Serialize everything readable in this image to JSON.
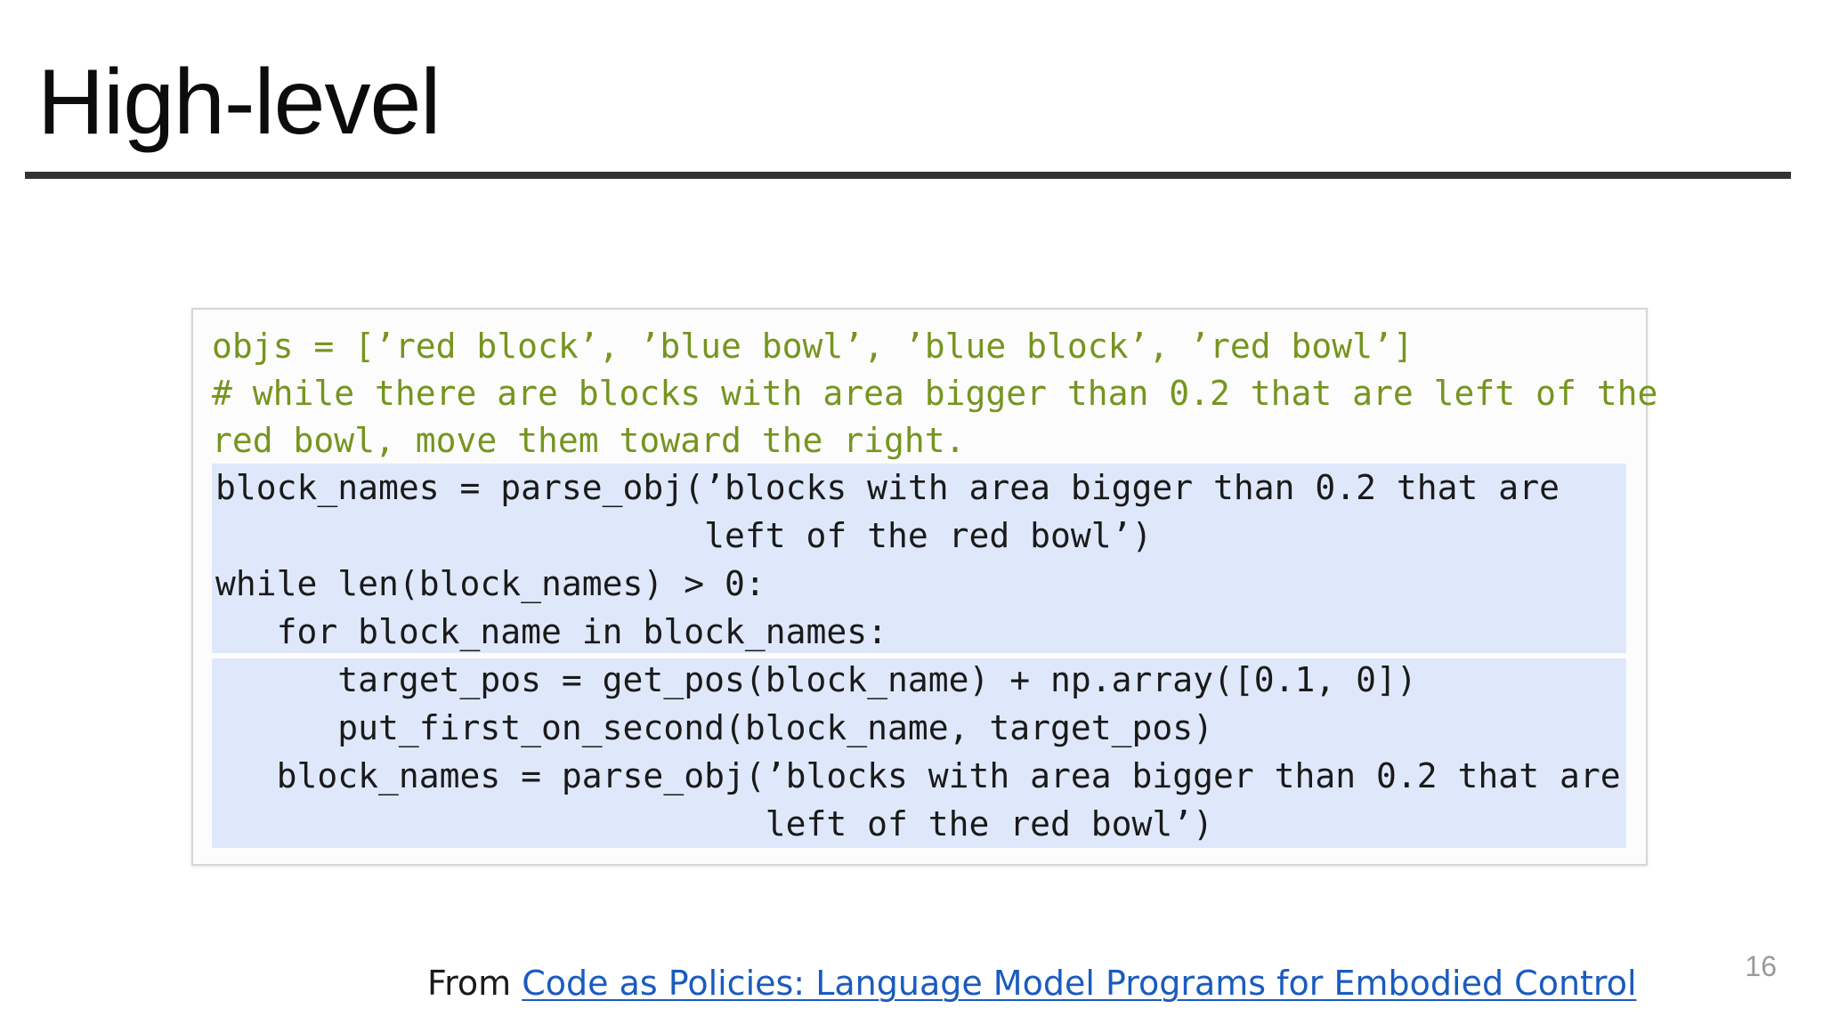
{
  "slide": {
    "title": "High-level",
    "page_number": "16"
  },
  "code": {
    "lines": [
      {
        "text": "objs = [’red block’, ’blue bowl’, ’blue block’, ’red bowl’]",
        "style": "comment"
      },
      {
        "text": "# while there are blocks with area bigger than 0.2 that are left of the",
        "style": "comment"
      },
      {
        "text": "red bowl, move them toward the right.",
        "style": "comment"
      },
      {
        "text": "block_names = parse_obj(’blocks with area bigger than 0.2 that are",
        "style": "code"
      },
      {
        "text": "                        left of the red bowl’)",
        "style": "code"
      },
      {
        "text": "while len(block_names) > 0:",
        "style": "code"
      },
      {
        "text": "   for block_name in block_names:",
        "style": "code"
      },
      {
        "text": "      target_pos = get_pos(block_name) + np.array([0.1, 0])",
        "style": "code"
      },
      {
        "text": "      put_first_on_second(block_name, target_pos)",
        "style": "code"
      },
      {
        "text": "   block_names = parse_obj(’blocks with area bigger than 0.2 that are",
        "style": "code"
      },
      {
        "text": "                           left of the red bowl’)",
        "style": "code"
      }
    ]
  },
  "footer": {
    "prefix": "From ",
    "link_text": "Code as Policies: Language Model Programs for Embodied Control"
  },
  "colors": {
    "comment": "#75951f",
    "highlight": "#dfe8fb",
    "link": "#1a5bbf",
    "rule": "#333333"
  }
}
